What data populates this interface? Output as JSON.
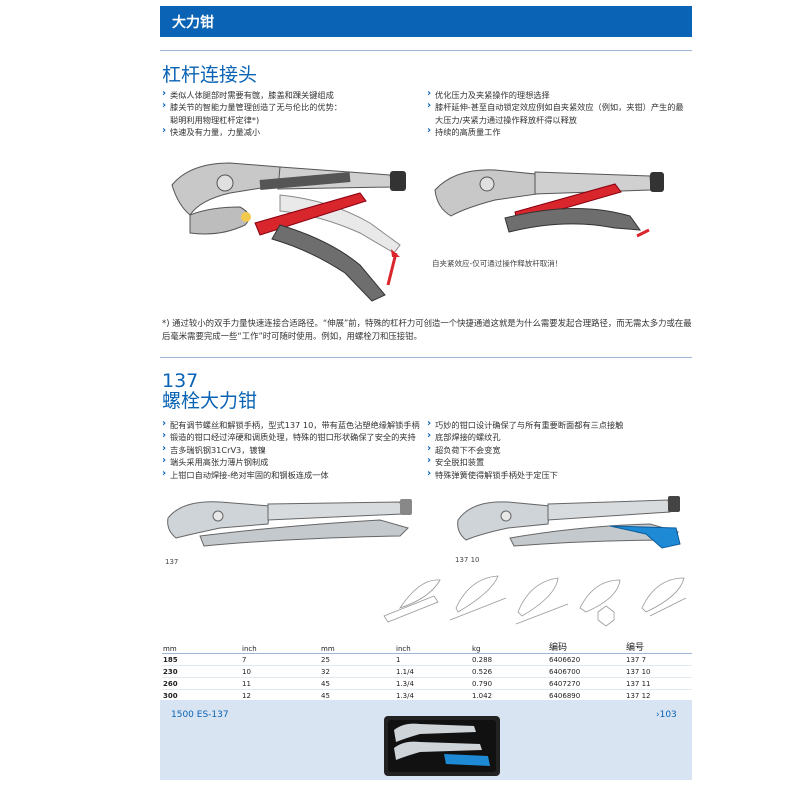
{
  "header": {
    "title": "大力钳"
  },
  "section1": {
    "title": "杠杆连接头",
    "left_bullets": [
      "类似人体腿部时需要有髋，膝盖和踝关键组成",
      "膝关节的智能力量管理创造了无与伦比的优势：",
      "聪明利用物理杠杆定律*)",
      "快速及有力量，力量减小"
    ],
    "right_bullets": [
      "优化压力及夹紧操作的理想选择",
      "膝杆延伸-甚至自动锁定效应例如自夹紧效应（例如，夹钳）产生的最",
      "大压力/夹紧力通过操作释放杆得以释放",
      "持续的高质量工作"
    ],
    "image_caption": "自夹紧效应-仅可通过操作释放杆取消！",
    "footnote_1": "*) 通过较小的双手力量快速连接合适路径。“伸展”前，特殊的杠杆力可创造一个快捷通道这就是为什么需要发起合理路径，而无需太多力或在最",
    "footnote_2": "后毫米需要完成一些“工作”时可随时使用。例如，用螺栓刀和压接钳。"
  },
  "section2": {
    "number": "137",
    "title": "螺栓大力钳",
    "left_bullets": [
      "配有调节螺丝和解锁手柄，型式137 10，带有蓝色沾塑绝缘解锁手柄",
      "锻造的钳口经过淬硬和调质处理，特殊的钳口形状确保了安全的夹持",
      "吉多瑞钒钢31CrV3，镀镍",
      "端头采用高张力薄片钢制成",
      "上钳口自动焊接-绝对牢固的和钢板连成一体"
    ],
    "right_bullets": [
      "巧妙的钳口设计确保了与所有重要断面都有三点接触",
      "底部焊接的螺纹孔",
      "超负荷下不会变宽",
      "安全脱扣装置",
      "特殊弹簧使得解锁手柄处于定压下"
    ],
    "caption_left": "137",
    "caption_right": "137 10"
  },
  "table": {
    "headers": [
      "mm",
      "inch",
      "mm",
      "inch",
      "kg",
      "编码",
      "编号"
    ],
    "rows": [
      [
        "185",
        "7",
        "25",
        "1",
        "0.288",
        "6406620",
        "137 7"
      ],
      [
        "230",
        "10",
        "32",
        "1.1/4",
        "0.526",
        "6406700",
        "137 10"
      ],
      [
        "260",
        "11",
        "45",
        "1.3/4",
        "0.790",
        "6407270",
        "137 11"
      ],
      [
        "300",
        "12",
        "45",
        "1.3/4",
        "1.042",
        "6406890",
        "137 12"
      ]
    ]
  },
  "footer": {
    "left": "1500 ES-137",
    "right": "›103"
  },
  "colors": {
    "brand_blue": "#0a63b4",
    "footer_bg": "#d8e4f1",
    "lever_red": "#d8262c",
    "handle_blue": "#1e8ad6"
  }
}
